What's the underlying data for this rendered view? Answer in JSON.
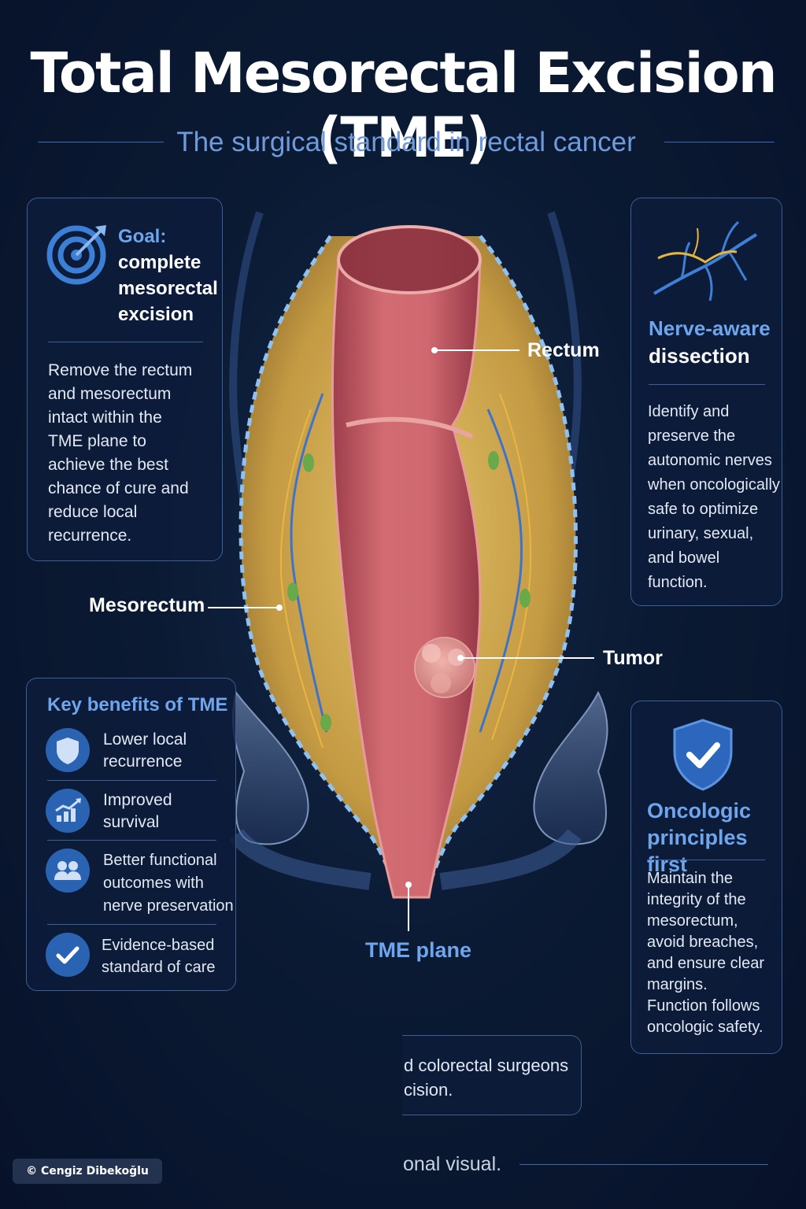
{
  "title": "Total Mesorectal Excision (TME)",
  "subtitle": "The surgical standard in rectal cancer",
  "goal_card": {
    "icon": "target-icon",
    "heading_prefix": "Goal:",
    "heading_line1": "complete",
    "heading_line2": "mesorectal",
    "heading_line3": "excision",
    "body_lines": [
      "Remove the rectum",
      "and mesorectum",
      "intact within the",
      "TME plane to",
      "achieve the best",
      "chance of cure and",
      "reduce local",
      "recurrence."
    ]
  },
  "nerve_card": {
    "icon": "nerve-icon",
    "heading_line1": "Nerve-aware",
    "heading_line2": "dissection",
    "body_lines": [
      "Identify and",
      "preserve the",
      "autonomic nerves",
      "when oncologically",
      "safe to optimize",
      "urinary, sexual,",
      "and bowel",
      "function."
    ]
  },
  "benefits_card": {
    "heading": "Key benefits of TME",
    "items": [
      {
        "icon": "shield-icon",
        "line1": "Lower local",
        "line2": "recurrence",
        "line3": ""
      },
      {
        "icon": "growth-chart-icon",
        "line1": "Improved",
        "line2": "survival",
        "line3": ""
      },
      {
        "icon": "people-icon",
        "line1": "Better functional",
        "line2": "outcomes with",
        "line3": "nerve preservation"
      },
      {
        "icon": "check-icon",
        "line1": "Evidence-based",
        "line2": "standard of care",
        "line3": ""
      }
    ]
  },
  "oncologic_card": {
    "icon": "shield-check-icon",
    "heading_line1": "Oncologic",
    "heading_line2": "principles first",
    "body_lines": [
      "Maintain the",
      "integrity of the",
      "mesorectum,",
      "avoid breaches,",
      "and ensure clear",
      "margins.",
      "Function follows",
      "oncologic safety."
    ]
  },
  "labels": {
    "rectum": "Rectum",
    "mesorectum": "Mesorectum",
    "tumor": "Tumor",
    "tme_plane": "TME plane"
  },
  "bottom_card": {
    "line1": "d colorectal surgeons",
    "line2": "cision."
  },
  "footer_text": "onal visual.",
  "copyright": "© Cengiz Dibekoğlu",
  "colors": {
    "background": "#0b1a33",
    "accent_blue": "#6ea5ec",
    "fat": "#c9a24a",
    "rectum": "#c9606a"
  }
}
